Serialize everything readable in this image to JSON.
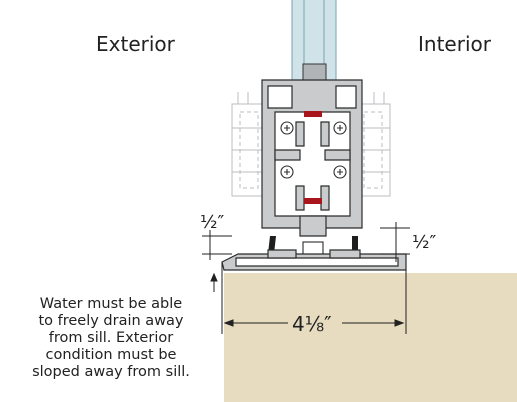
{
  "labels": {
    "exterior": "Exterior",
    "interior": "Interior",
    "dim_left_half": "½″",
    "dim_right_half": "½″",
    "dim_sill_width": "4⅛″"
  },
  "note_lines": [
    "Water must be able",
    "to freely drain away",
    "from sill. Exterior",
    "condition must be",
    "sloped away from sill."
  ],
  "colors": {
    "frame_fill": "#c9cbcd",
    "frame_stroke": "#2c2c2c",
    "glass": "#cfe3e8",
    "sill_block": "#e7dbc0",
    "gasket": "#a8151c",
    "weather_strip": "#1e1e1e",
    "hidden_line": "#b8bcbf"
  }
}
